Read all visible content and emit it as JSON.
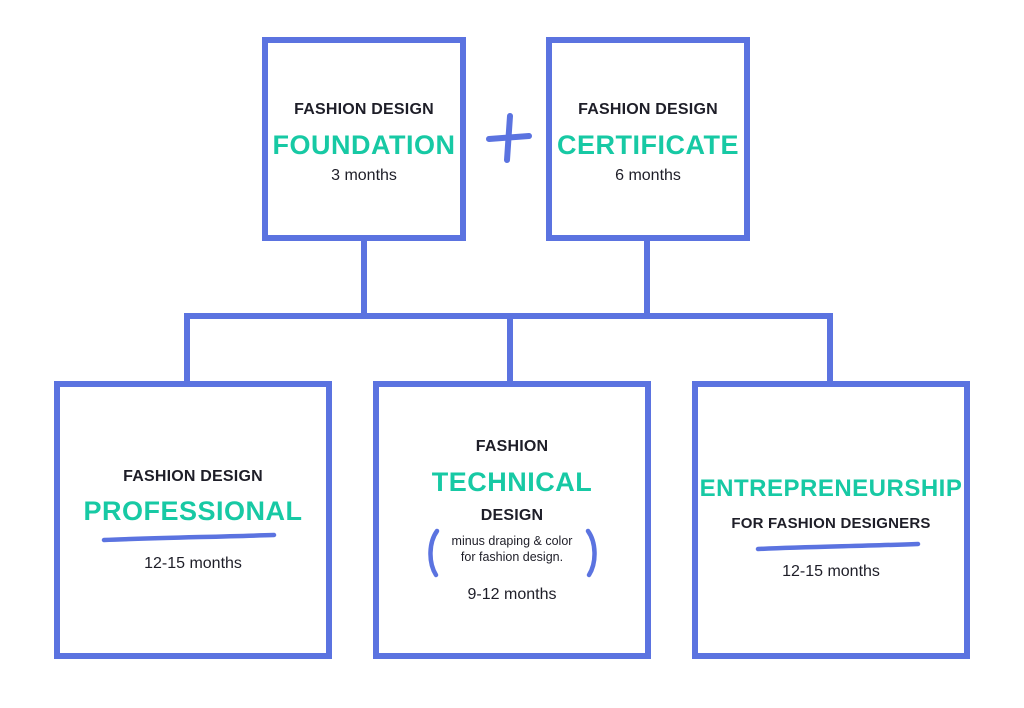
{
  "colors": {
    "border": "#5b73e0",
    "accent": "#17c9a4",
    "text": "#1e1e28"
  },
  "icons": {
    "plus": "plus-icon",
    "underline": "brush-underline",
    "parentheses": "parenthesis-icon"
  },
  "foundation": {
    "line1": "FASHION DESIGN",
    "title": "FOUNDATION",
    "duration": "3 months"
  },
  "certificate": {
    "line1": "FASHION DESIGN",
    "title": "CERTIFICATE",
    "duration": "6 months"
  },
  "professional": {
    "line1": "FASHION DESIGN",
    "title": "PROFESSIONAL",
    "duration": "12-15 months"
  },
  "technical": {
    "line1": "FASHION",
    "title": "TECHNICAL",
    "line3": "DESIGN",
    "note_line1": "minus draping & color",
    "note_line2": "for fashion design.",
    "duration": "9-12 months"
  },
  "entrepreneurship": {
    "title": "ENTREPRENEURSHIP",
    "line2": "FOR FASHION DESIGNERS",
    "duration": "12-15 months"
  }
}
